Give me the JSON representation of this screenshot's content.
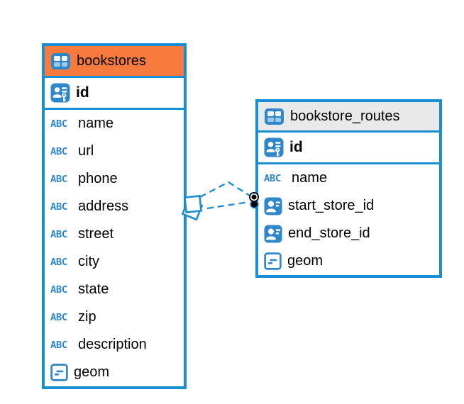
{
  "diagram": {
    "icon_glyphs": {
      "text_type": "ABC"
    },
    "colors": {
      "table_border": "#1690d2",
      "relationship_line": "#1a8cd2",
      "icon_blue": "#2e87c9",
      "header_orange": "#f87a3d",
      "header_gray": "#e9e9e9",
      "text": "#000000"
    },
    "tables": [
      {
        "title": "bookstores",
        "header_bg": "#f87a3d",
        "pk": {
          "label": "id",
          "type": "primary-key"
        },
        "columns": [
          {
            "label": "name",
            "type": "text"
          },
          {
            "label": "url",
            "type": "text"
          },
          {
            "label": "phone",
            "type": "text"
          },
          {
            "label": "address",
            "type": "text"
          },
          {
            "label": "street",
            "type": "text"
          },
          {
            "label": "city",
            "type": "text"
          },
          {
            "label": "state",
            "type": "text"
          },
          {
            "label": "zip",
            "type": "text"
          },
          {
            "label": "description",
            "type": "text"
          },
          {
            "label": "geom",
            "type": "geometry"
          }
        ]
      },
      {
        "title": "bookstore_routes",
        "header_bg": "#e9e9e9",
        "pk": {
          "label": "id",
          "type": "primary-key"
        },
        "columns": [
          {
            "label": "name",
            "type": "text"
          },
          {
            "label": "start_store_id",
            "type": "foreign-key"
          },
          {
            "label": "end_store_id",
            "type": "foreign-key"
          },
          {
            "label": "geom",
            "type": "geometry"
          }
        ]
      }
    ],
    "relationship": {
      "from_table": "bookstores",
      "to_table": "bookstore_routes",
      "line_style": "dashed",
      "line_count": 2
    }
  }
}
